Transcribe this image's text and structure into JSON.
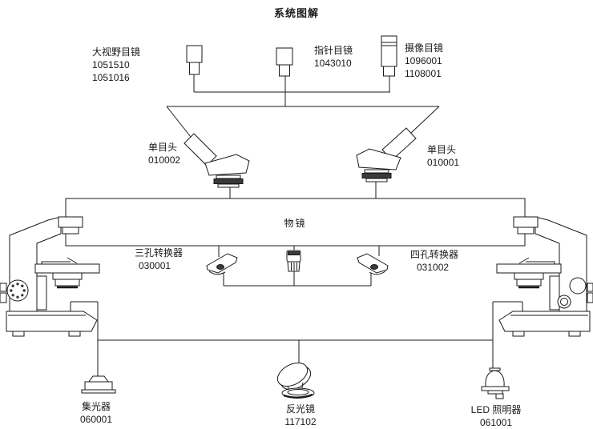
{
  "title": "系统图解",
  "parts": {
    "wide_field_eyepiece": {
      "name": "大视野目镜",
      "codes": [
        "1051510",
        "1051016"
      ]
    },
    "pointer_eyepiece": {
      "name": "指针目镜",
      "codes": [
        "1043010"
      ]
    },
    "camera_eyepiece": {
      "name": "摄像目镜",
      "codes": [
        "1096001",
        "1108001"
      ]
    },
    "monocular_head_left": {
      "name": "单目头",
      "codes": [
        "010002"
      ]
    },
    "monocular_head_right": {
      "name": "单目头",
      "codes": [
        "010001"
      ]
    },
    "objective": {
      "name": "物镜"
    },
    "triple_nosepiece": {
      "name": "三孔转换器",
      "codes": [
        "030001"
      ]
    },
    "quad_nosepiece": {
      "name": "四孔转换器",
      "codes": [
        "031002"
      ]
    },
    "condenser": {
      "name": "集光器",
      "codes": [
        "060001"
      ]
    },
    "mirror": {
      "name": "反光镜",
      "codes": [
        "117102"
      ]
    },
    "led_illuminator": {
      "name": "LED 照明器",
      "codes": [
        "061001"
      ]
    }
  },
  "colors": {
    "line": "#1a1a1a",
    "background": "#ffffff"
  }
}
